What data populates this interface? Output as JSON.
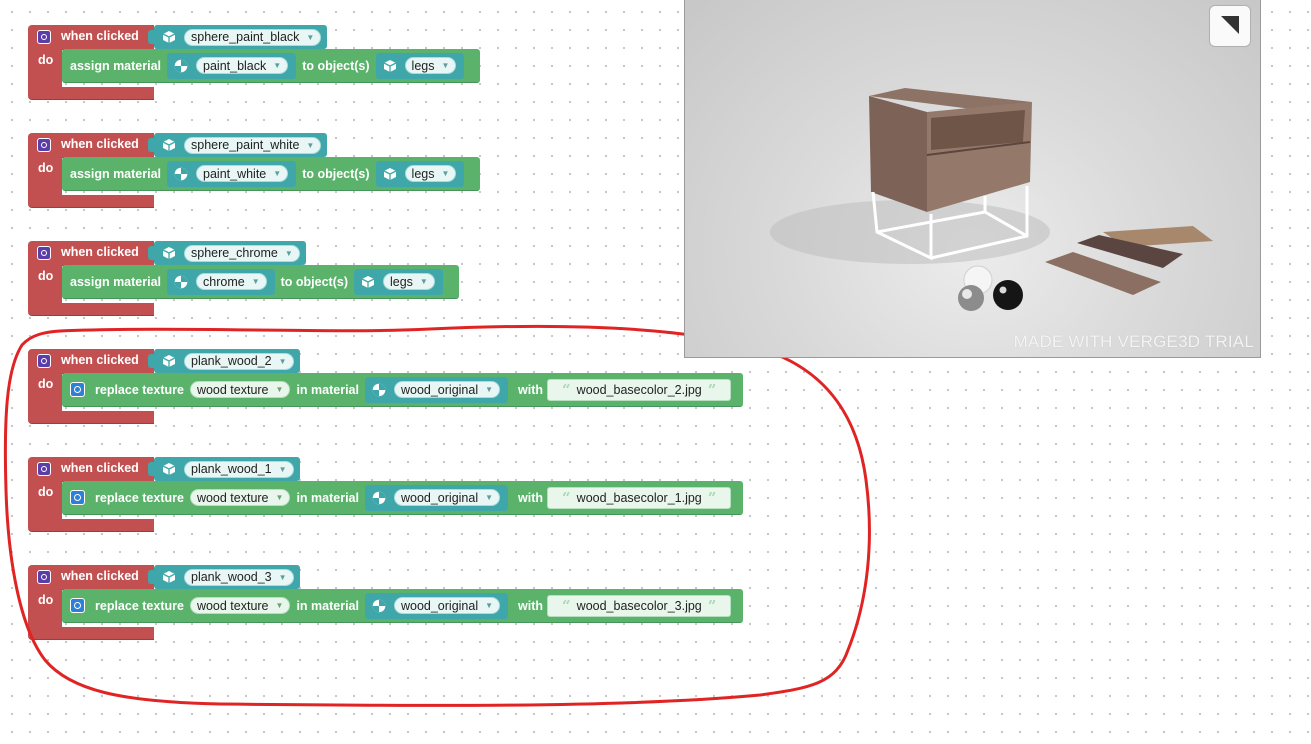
{
  "groups": [
    {
      "hat": "when clicked",
      "do": "do",
      "object": "sphere_paint_black",
      "action": "assign material",
      "material": "paint_black",
      "to_label": "to object(s)",
      "target": "legs"
    },
    {
      "hat": "when clicked",
      "do": "do",
      "object": "sphere_paint_white",
      "action": "assign material",
      "material": "paint_white",
      "to_label": "to object(s)",
      "target": "legs"
    },
    {
      "hat": "when clicked",
      "do": "do",
      "object": "sphere_chrome",
      "action": "assign material",
      "material": "chrome",
      "to_label": "to object(s)",
      "target": "legs"
    },
    {
      "hat": "when clicked",
      "do": "do",
      "object": "plank_wood_2",
      "action": "replace texture",
      "texture": "wood texture",
      "in_label": "in material",
      "material": "wood_original",
      "with_label": "with",
      "file": "wood_basecolor_2.jpg"
    },
    {
      "hat": "when clicked",
      "do": "do",
      "object": "plank_wood_1",
      "action": "replace texture",
      "texture": "wood texture",
      "in_label": "in material",
      "material": "wood_original",
      "with_label": "with",
      "file": "wood_basecolor_1.jpg"
    },
    {
      "hat": "when clicked",
      "do": "do",
      "object": "plank_wood_3",
      "action": "replace texture",
      "texture": "wood texture",
      "in_label": "in material",
      "material": "wood_original",
      "with_label": "with",
      "file": "wood_basecolor_3.jpg"
    }
  ],
  "preview": {
    "watermark": "MADE WITH VERGE3D TRIAL",
    "fullscreen_icon": "fullscreen-icon"
  },
  "colors": {
    "event_block": "#c25050",
    "action_block": "#5bb36b",
    "object_block": "#3fa7a9",
    "annotation": "#e02424"
  }
}
